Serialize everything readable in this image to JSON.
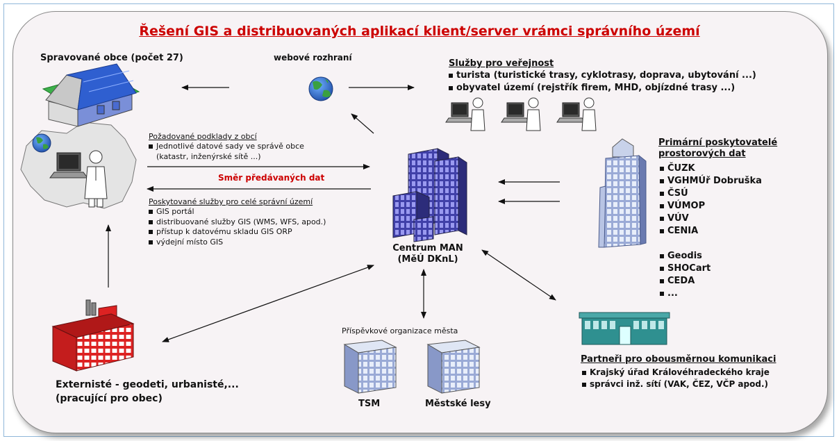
{
  "title": "Řešení GIS a distribuovaných aplikací klient/server vrámci správního území",
  "municipalities": {
    "heading": "Spravované obce (počet 27)"
  },
  "web_interface": {
    "label": "webové rozhraní"
  },
  "public_services": {
    "heading": "Služby pro veřejnost",
    "items": [
      "turista (turistické trasy, cyklotrasy, doprava, ubytování ...)",
      "obyvatel území (rejstřík firem, MHD, objízdné trasy ...)"
    ]
  },
  "required_data": {
    "heading": "Požadované podklady z obcí",
    "item": "Jednotlivé datové sady ve správě obce",
    "item_cont": "(katastr, inženýrské sítě ...)"
  },
  "data_direction": {
    "label": "Směr předávaných dat"
  },
  "provided_services": {
    "heading": "Poskytované služby pro celé správní území",
    "items": [
      "GIS portál",
      "distribuované služby GIS (WMS, WFS, apod.)",
      "přístup k datovému skladu GIS ORP",
      "výdejní místo GIS"
    ]
  },
  "center": {
    "line1": "Centrum MAN",
    "line2": "(MěÚ DKnL)"
  },
  "primary_providers": {
    "heading_line1": "Primární poskytovatelé",
    "heading_line2": "prostorových dat",
    "items": [
      "ČUZK",
      "VGHMÚř Dobruška",
      "ČSÚ",
      "VÚMOP",
      "VÚV",
      "CENIA"
    ],
    "items2": [
      "Geodis",
      "SHOCart",
      "CEDA",
      "..."
    ]
  },
  "city_orgs": {
    "heading": "Příspěvkové organizace města",
    "tsm": "TSM",
    "forests": "Městské lesy"
  },
  "external": {
    "line1": "Externisté - geodeti, urbanisté,...",
    "line2": "(pracující pro obec)"
  },
  "partners": {
    "heading": "Partneři pro obousměrnou komunikaci",
    "items": [
      "Krajský úřad Královéhradeckého kraje",
      "správci inž. sítí (VAK, ČEZ, VČP apod.)"
    ]
  },
  "colors": {
    "title": "#cc0000",
    "direction_label": "#cc0000",
    "building_blue": "#5b5bc8",
    "factory_red": "#dd2222",
    "globe_blue": "#2f6fd0",
    "globe_green": "#3aa040"
  }
}
